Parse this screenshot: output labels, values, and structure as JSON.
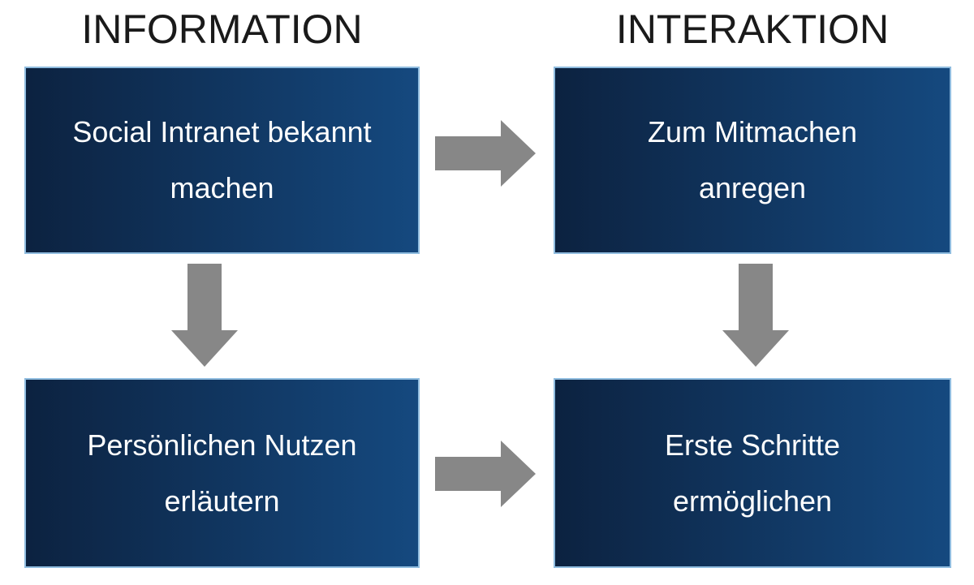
{
  "columns": [
    {
      "heading": "INFORMATION"
    },
    {
      "heading": "INTERAKTION"
    }
  ],
  "boxes": [
    {
      "line1": "Social Intranet bekannt",
      "line2": "machen"
    },
    {
      "line1": "Zum Mitmachen",
      "line2": "anregen"
    },
    {
      "line1": "Persönlichen Nutzen",
      "line2": "erläutern"
    },
    {
      "line1": "Erste Schritte",
      "line2": "ermöglichen"
    }
  ],
  "icons": {
    "right_arrows": "arrow-right-icon",
    "down_arrows": "arrow-down-icon"
  },
  "colors": {
    "background": "#ffffff",
    "heading-text": "#1a1a1a",
    "box-grad-left": "#0c2240",
    "box-grad-right": "#15497f",
    "box-border": "#8fbcdf",
    "box-text": "#ffffff",
    "arrow": "#878787"
  }
}
